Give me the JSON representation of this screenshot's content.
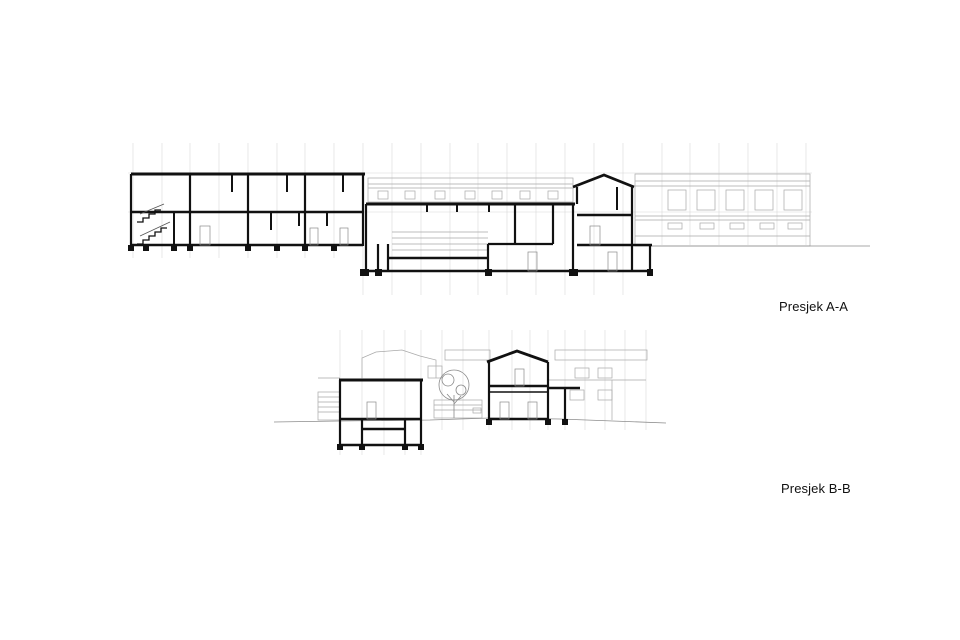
{
  "sections": [
    {
      "id": "a",
      "title": "Presjek A-A"
    },
    {
      "id": "b",
      "title": "Presjek B-B"
    }
  ],
  "colors": {
    "background": "#ffffff",
    "structure": "#111111",
    "thin_line": "#b9b9b9",
    "grid_line": "#d6d6d6"
  }
}
